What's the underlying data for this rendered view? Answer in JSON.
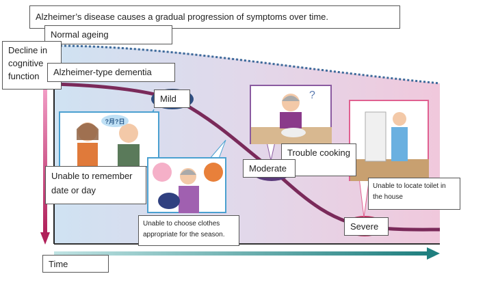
{
  "title": "Alzheimer’s disease causes a gradual progression of symptoms over time.",
  "labels": {
    "normal_ageing": "Normal ageing",
    "decline": "Decline in cognitive function",
    "dementia": "Alzheimer-type dementia",
    "time": "Time"
  },
  "stages": {
    "mild": "Mild",
    "moderate": "Moderate",
    "severe": "Severe"
  },
  "symptoms": {
    "date": "Unable to remember date or day",
    "clothes": "Unable to choose clothes appropriate for the season.",
    "cooking": "Trouble cooking",
    "toilet": "Unable to locate toilet in the house"
  },
  "calendar_bubble": "?月?日",
  "colors": {
    "curve": "#7a2a5a",
    "normal_line": "#3d6a9a",
    "time_arrow": "#2a8a8a",
    "decline_arrow": "#e070a8",
    "mild": "#2f4f82",
    "moderate": "#5a3a7a",
    "severe": "#c03060"
  }
}
